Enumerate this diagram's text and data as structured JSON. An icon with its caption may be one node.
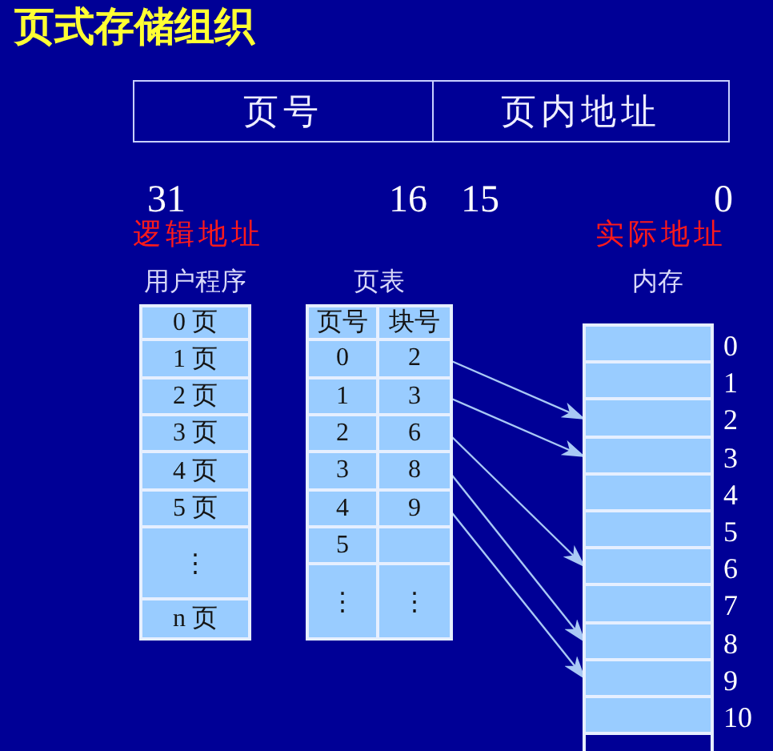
{
  "diagram": {
    "title": "页式存储组织",
    "nodes": [
      {
        "text": [
          "页号"
        ]
      },
      {
        "text": [
          "页内地址"
        ]
      },
      {
        "text": [
          "用户程序"
        ]
      },
      {
        "text": [
          "0 页"
        ],
        "in": 2
      },
      {
        "text": [
          "1 页"
        ],
        "in": 2
      },
      {
        "text": [
          "2 页"
        ],
        "in": 2
      },
      {
        "text": [
          "3 页"
        ],
        "in": 2
      },
      {
        "text": [
          "4 页"
        ],
        "in": 2
      },
      {
        "text": [
          "5 页"
        ],
        "in": 2
      },
      {
        "text": [
          "⋮"
        ],
        "in": 2
      },
      {
        "text": [
          "n 页"
        ],
        "in": 2
      },
      {
        "text": [
          "页表"
        ]
      },
      {
        "text": [
          "页号"
        ],
        "in": 11
      },
      {
        "text": [
          "块号"
        ],
        "in": 11
      },
      {
        "text": [
          "0"
        ],
        "in": 11
      },
      {
        "text": [
          "2"
        ],
        "in": 11
      },
      {
        "text": [
          "1"
        ],
        "in": 11
      },
      {
        "text": [
          "3"
        ],
        "in": 11
      },
      {
        "text": [
          "2"
        ],
        "in": 11
      },
      {
        "text": [
          "6"
        ],
        "in": 11
      },
      {
        "text": [
          "3"
        ],
        "in": 11
      },
      {
        "text": [
          "8"
        ],
        "in": 11
      },
      {
        "text": [
          "4"
        ],
        "in": 11
      },
      {
        "text": [
          "9"
        ],
        "in": 11
      },
      {
        "text": [
          "5"
        ],
        "in": 11
      },
      {
        "text": [],
        "shape": "box",
        "in": 11
      },
      {
        "text": [
          "⋮"
        ],
        "in": 11
      },
      {
        "text": [
          "⋮"
        ],
        "in": 11
      },
      {
        "text": [
          "内存"
        ]
      },
      {
        "text": [],
        "shape": "box",
        "in": 28,
        "beside": [
          "0"
        ]
      },
      {
        "text": [],
        "shape": "box",
        "in": 28,
        "beside": [
          "1"
        ]
      },
      {
        "text": [],
        "shape": "box",
        "in": 28,
        "beside": [
          "2"
        ]
      },
      {
        "text": [],
        "shape": "box",
        "in": 28,
        "beside": [
          "3"
        ]
      },
      {
        "text": [],
        "shape": "box",
        "in": 28,
        "beside": [
          "4"
        ]
      },
      {
        "text": [],
        "shape": "box",
        "in": 28,
        "beside": [
          "5"
        ]
      },
      {
        "text": [],
        "shape": "box",
        "in": 28,
        "beside": [
          "6"
        ]
      },
      {
        "text": [],
        "shape": "box",
        "in": 28,
        "beside": [
          "7"
        ]
      },
      {
        "text": [],
        "shape": "box",
        "in": 28,
        "beside": [
          "8"
        ]
      },
      {
        "text": [],
        "shape": "box",
        "in": 28,
        "beside": [
          "9"
        ]
      },
      {
        "text": [],
        "shape": "box",
        "in": 28,
        "beside": [
          "10"
        ]
      }
    ],
    "edges": [
      {
        "from": 15,
        "to": 31,
        "arrow": "to"
      },
      {
        "from": 17,
        "to": 32,
        "arrow": "to"
      },
      {
        "from": 19,
        "to": 35,
        "arrow": "to"
      },
      {
        "from": 21,
        "to": 37,
        "arrow": "to"
      },
      {
        "from": 23,
        "to": 38,
        "arrow": "to"
      }
    ],
    "labels": [
      "31",
      "16",
      "15",
      "0",
      "逻辑地址",
      "实际地址"
    ]
  }
}
